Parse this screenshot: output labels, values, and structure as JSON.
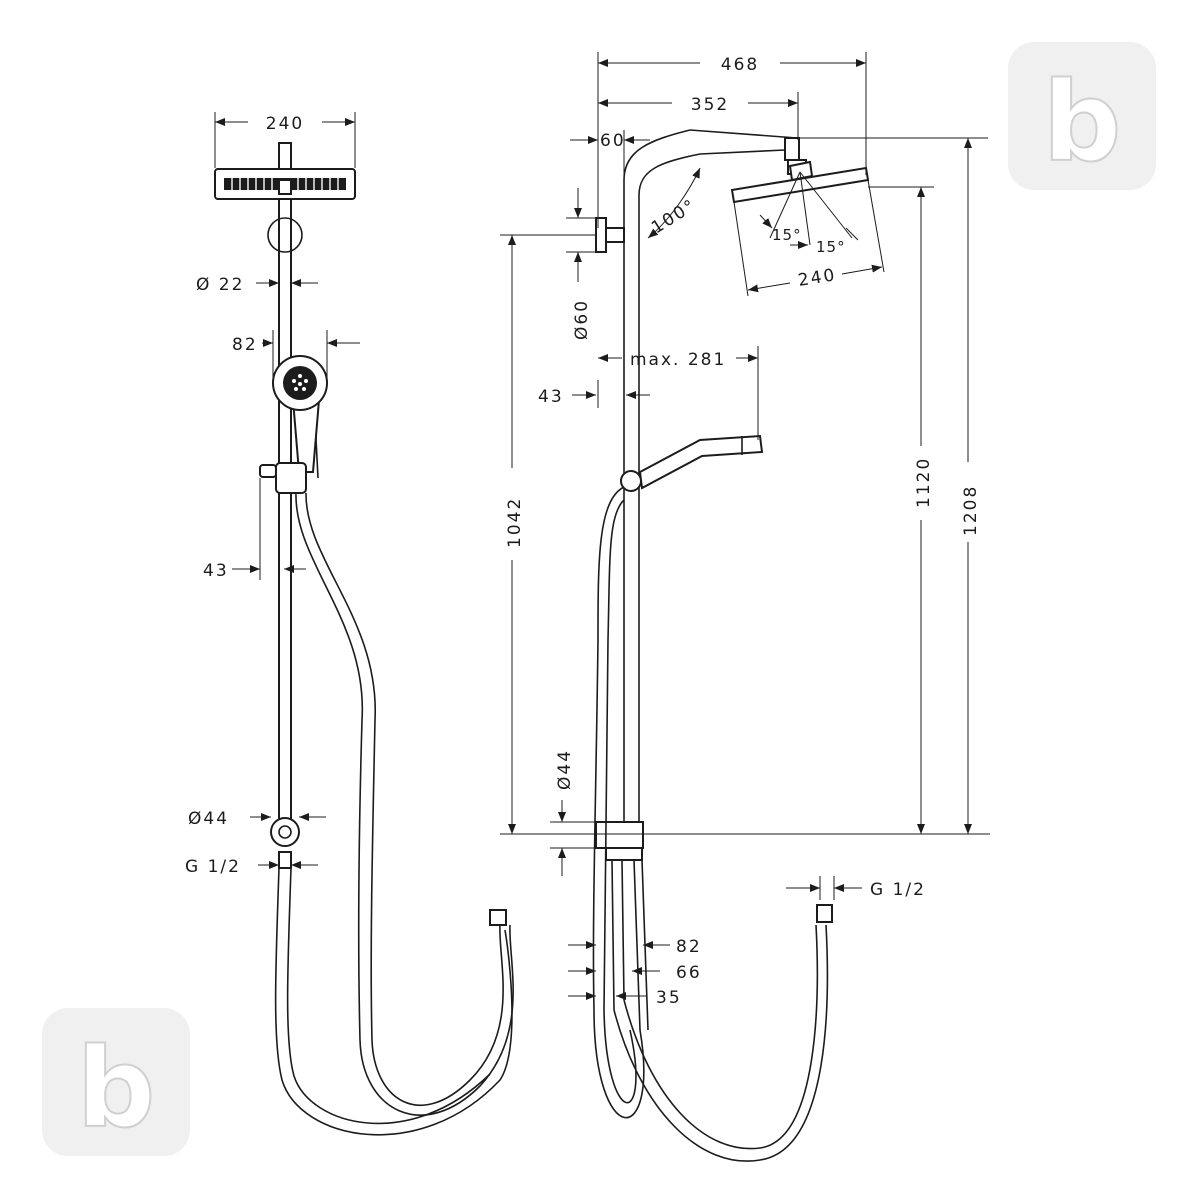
{
  "front_view": {
    "head_width": "240",
    "pipe_diameter": "Ø 22",
    "hand_shower_width": "82",
    "slider_offset": "43",
    "valve_diameter": "Ø44",
    "connection_thread": "G 1/2"
  },
  "side_view": {
    "total_projection": "468",
    "arm_projection": "352",
    "wall_offset": "60",
    "arm_angle": "100°",
    "tilt_left": "15°",
    "tilt_right": "15°",
    "head_width": "240",
    "bracket_diameter": "Ø60",
    "hand_reach": "max. 281",
    "slider_offset": "43",
    "bracket_height": "1042",
    "head_height": "1120",
    "total_height": "1208",
    "valve_diameter": "Ø44",
    "depth_82": "82",
    "depth_66": "66",
    "depth_35": "35",
    "connection_thread": "G 1/2"
  },
  "logos": {
    "top_right": "b",
    "bottom_left": "b"
  }
}
